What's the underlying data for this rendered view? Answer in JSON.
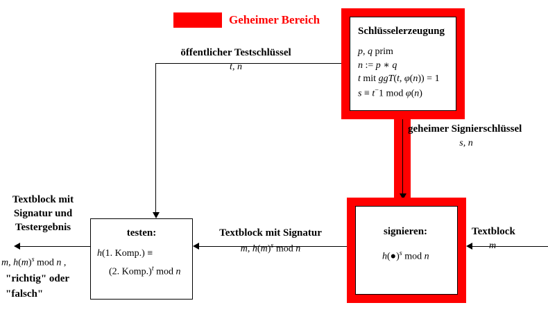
{
  "legend": {
    "swatch_color": "#FF0000",
    "label": "Geheimer Bereich"
  },
  "boxes": {
    "keygen": {
      "title": "Schlüsselerzeugung",
      "lines": [
        "p, q prim",
        "n := p ∗ q",
        "t mit ggT(t, φ(n)) = 1",
        "s ≡ t⁻1 mod φ(n)"
      ],
      "secure": true
    },
    "sign": {
      "title": "signieren:",
      "formula": "h(●)s mod n",
      "secure": true
    },
    "test": {
      "title": "testen:",
      "line1": "h(1. Komp.) ≡",
      "line2": "(2. Komp.)t mod n",
      "secure": false
    }
  },
  "edges": {
    "public_key": {
      "label": "öffentlicher Testschlüssel",
      "value": "t, n"
    },
    "private_key": {
      "label": "geheimer Signierschlüssel",
      "value": "s, n"
    },
    "signed_text": {
      "label": "Textblock mit Signatur",
      "value": "m, h(m)s mod n"
    },
    "plain_text": {
      "label": "Textblock",
      "value": "m"
    },
    "result": {
      "label_line1": "Textblock mit",
      "label_line2": "Signatur und",
      "label_line3": "Testergebnis",
      "value_line1": "m, h(m)s mod n ,",
      "value_line2": "\"richtig\" oder",
      "value_line3": "\"falsch\""
    }
  }
}
